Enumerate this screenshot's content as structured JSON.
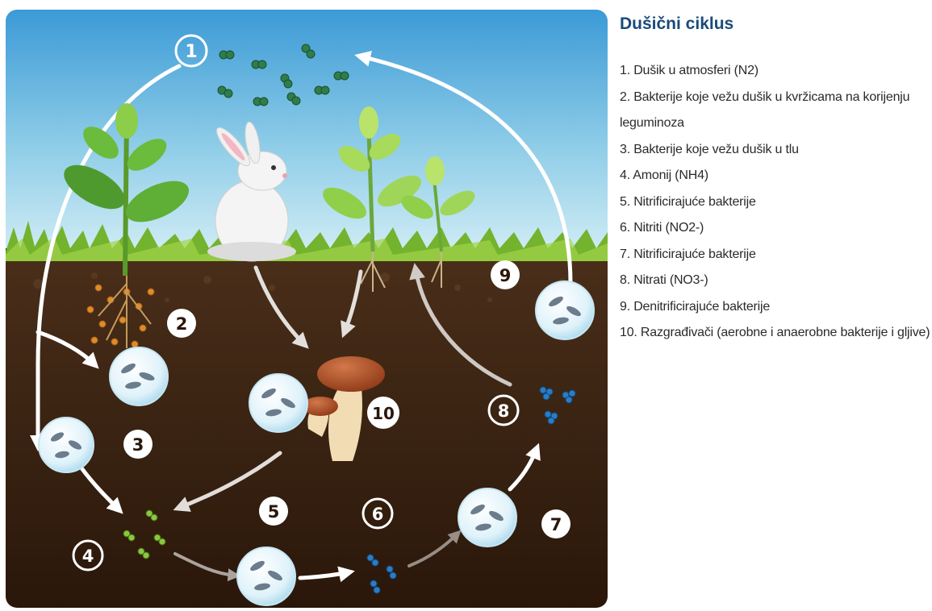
{
  "legend": {
    "title": "Dušični ciklus",
    "items": [
      "1. Dušik u atmosferi (N2)",
      "2. Bakterije koje vežu dušik u kvržicama na korijenju leguminoza",
      "3. Bakterije koje vežu dušik u tlu",
      "4. Amonij (NH4)",
      "5. Nitrificirajuće bakterije",
      "6. Nitriti (NO2-)",
      "7. Nitrificirajuće bakterije",
      "8. Nitrati (NO3-)",
      "9. Denitrificirajuće bakterije",
      "10. Razgrađivači (aerobne i anaerobne bakterije i gljive)"
    ]
  },
  "diagram": {
    "step_numbers": [
      "1",
      "2",
      "3",
      "4",
      "5",
      "6",
      "7",
      "8",
      "9",
      "10"
    ],
    "colors": {
      "sky_top": "#3b9ad6",
      "sky_bottom": "#d4eef5",
      "grass": "#74b32e",
      "soil_top": "#4a2f1a",
      "soil_bottom": "#2a170a",
      "nitrogen_molecule": "#2e7d4a",
      "ammonium_molecule": "#8cc63f",
      "nitrate_molecule": "#2b7cc4",
      "bacteria_bubble": "#dff2fa",
      "arrow": "#ffffff",
      "mushroom_cap": "#a8461f"
    }
  }
}
